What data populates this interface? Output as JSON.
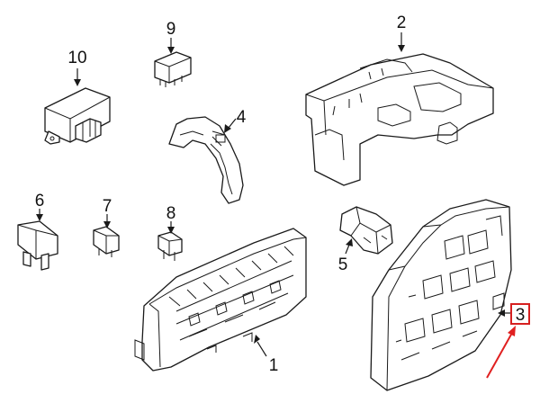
{
  "callouts": {
    "c1": "1",
    "c2": "2",
    "c3": "3",
    "c4": "4",
    "c5": "5",
    "c6": "6",
    "c7": "7",
    "c8": "8",
    "c9": "9",
    "c10": "10"
  },
  "highlight": {
    "callout": "3",
    "box_color": "#d62020",
    "arrow_color": "#e02020"
  }
}
